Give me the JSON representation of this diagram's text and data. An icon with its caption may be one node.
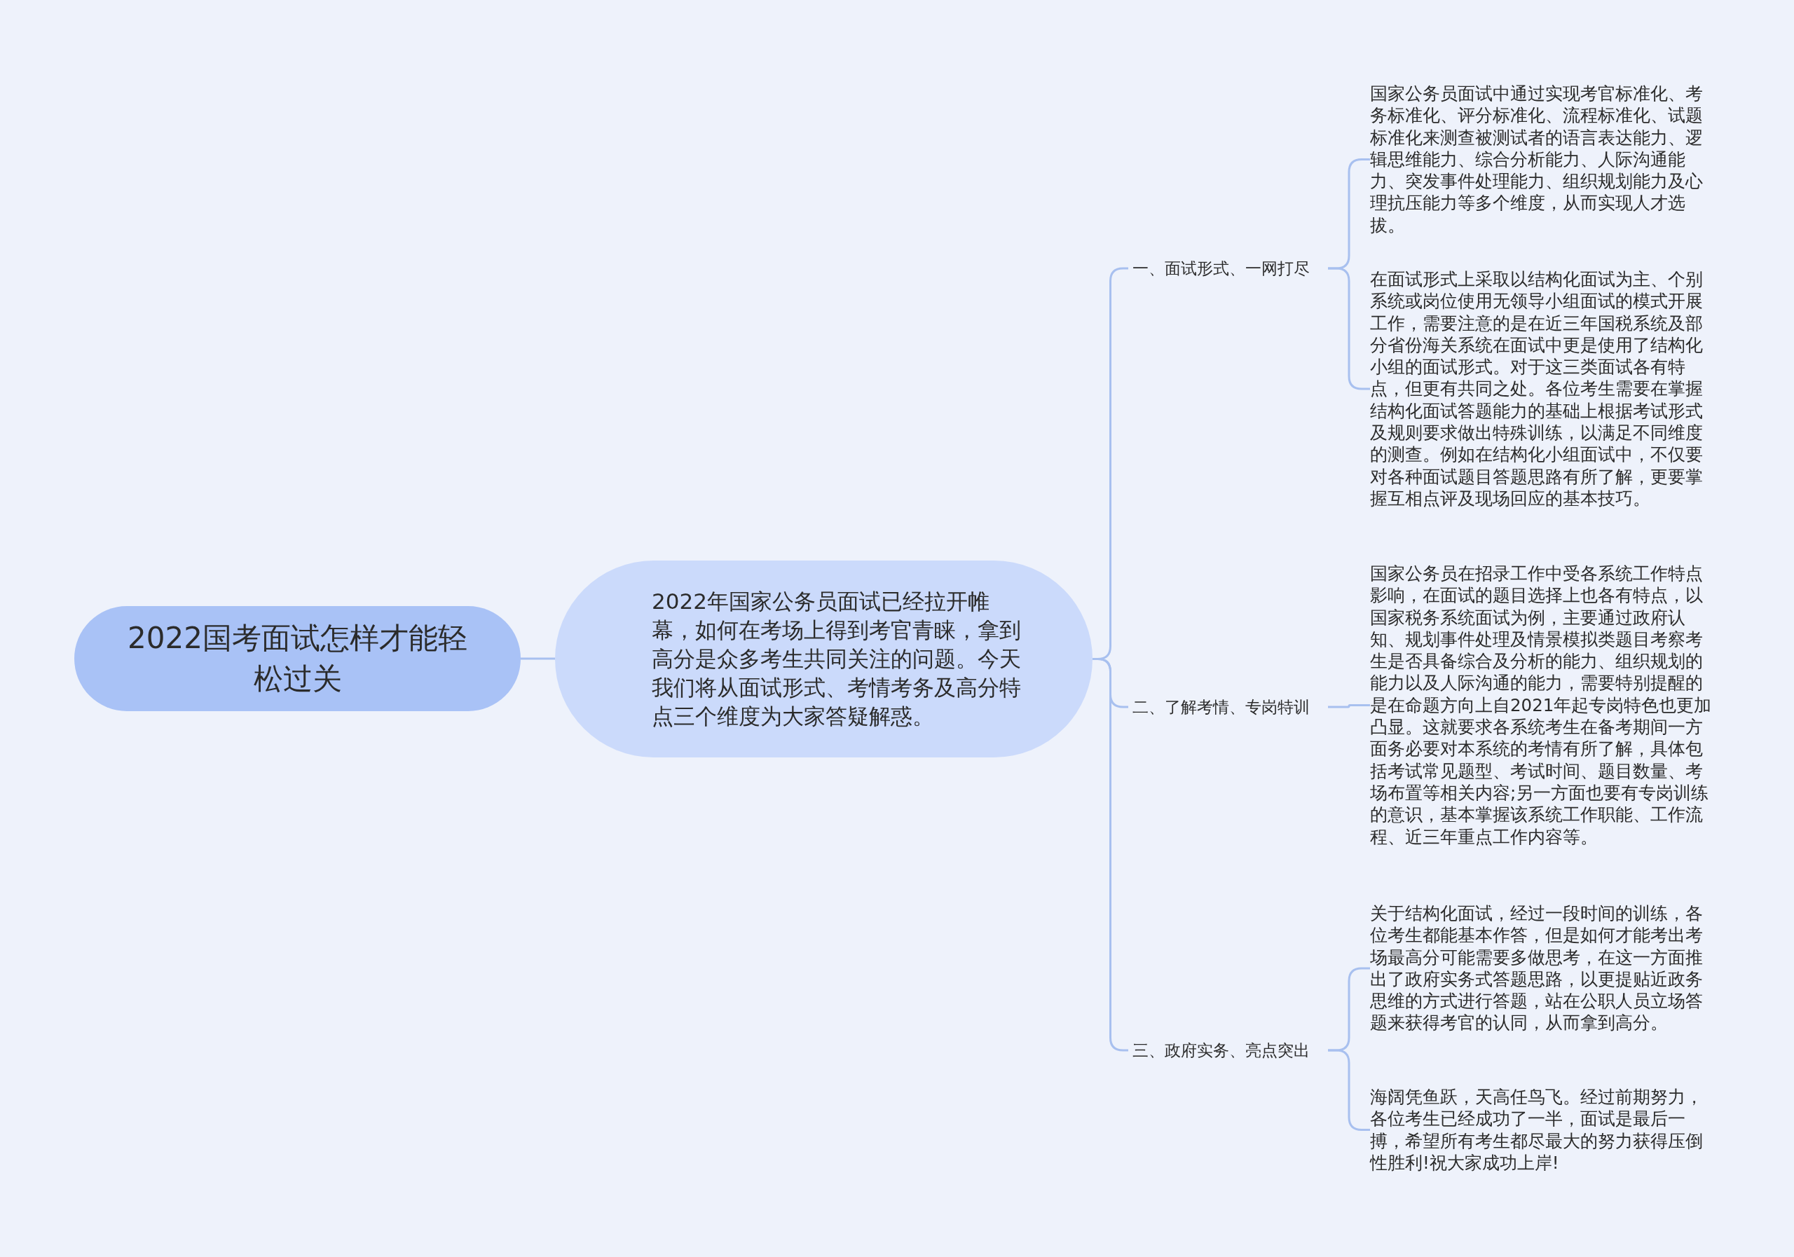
{
  "diagram": {
    "nodes": [
      {
        "text": [
          "2022国考面试怎样才能轻松过关"
        ]
      },
      {
        "text": [
          "2022年国家公务员面试已经拉开帷幕，如何在考场上得到考官青睐，拿到高分是众多考生共同关注的问题。今天我们将从面试形式、考情考务及高分特点三个维度为大家答疑解惑。"
        ]
      },
      {
        "text": [
          "一、面试形式、一网打尽"
        ]
      },
      {
        "text": [
          "二、了解考情、专岗特训"
        ]
      },
      {
        "text": [
          "三、政府实务、亮点突出"
        ]
      },
      {
        "text": [
          "国家公务员面试中通过实现考官标准化、考务标准化、评分标准化、流程标准化、试题标准化来测查被测试者的语言表达能力、逻辑思维能力、综合分析能力、人际沟通能力、突发事件处理能力、组织规划能力及心理抗压能力等多个维度，从而实现人才选拔。"
        ]
      },
      {
        "text": [
          "在面试形式上采取以结构化面试为主、个别系统或岗位使用无领导小组面试的模式开展工作，需要注意的是在近三年国税系统及部分省份海关系统在面试中更是使用了结构化小组的面试形式。对于这三类面试各有特点，但更有共同之处。各位考生需要在掌握结构化面试答题能力的基础上根据考试形式及规则要求做出特殊训练，以满足不同维度的测查。例如在结构化小组面试中，不仅要对各种面试题目答题思路有所了解，更要掌握互相点评及现场回应的基本技巧。"
        ]
      },
      {
        "text": [
          "国家公务员在招录工作中受各系统工作特点影响，在面试的题目选择上也各有特点，以国家税务系统面试为例，主要通过政府认知、规划事件处理及情景模拟类题目考察考生是否具备综合及分析的能力、组织规划的能力以及人际沟通的能力，需要特别提醒的是在命题方向上自2021年起专岗特色也更加凸显。这就要求各系统考生在备考期间一方面务必要对本系统的考情有所了解，具体包括考试常见题型、考试时间、题目数量、考场布置等相关内容;另一方面也要有专岗训练的意识，基本掌握该系统工作职能、工作流程、近三年重点工作内容等。"
        ]
      },
      {
        "text": [
          "关于结构化面试，经过一段时间的训练，各位考生都能基本作答，但是如何才能考出考场最高分可能需要多做思考，在这一方面推出了政府实务式答题思路，以更提贴近政务思维的方式进行答题，站在公职人员立场答题来获得考官的认同，从而拿到高分。"
        ]
      },
      {
        "text": [
          "海阔凭鱼跃，天高任鸟飞。经过前期努力，各位考生已经成功了一半，面试是最后一搏，希望所有考生都尽最大的努力获得压倒性胜利!祝大家成功上岸!"
        ]
      }
    ],
    "edges": [
      {
        "from": 0,
        "to": 1,
        "arrow": "none"
      },
      {
        "from": 1,
        "to": 2,
        "arrow": "none"
      },
      {
        "from": 1,
        "to": 3,
        "arrow": "none"
      },
      {
        "from": 1,
        "to": 4,
        "arrow": "none"
      },
      {
        "from": 2,
        "to": 5,
        "arrow": "none"
      },
      {
        "from": 2,
        "to": 6,
        "arrow": "none"
      },
      {
        "from": 3,
        "to": 7,
        "arrow": "none"
      },
      {
        "from": 4,
        "to": 8,
        "arrow": "none"
      },
      {
        "from": 4,
        "to": 9,
        "arrow": "none"
      }
    ]
  }
}
